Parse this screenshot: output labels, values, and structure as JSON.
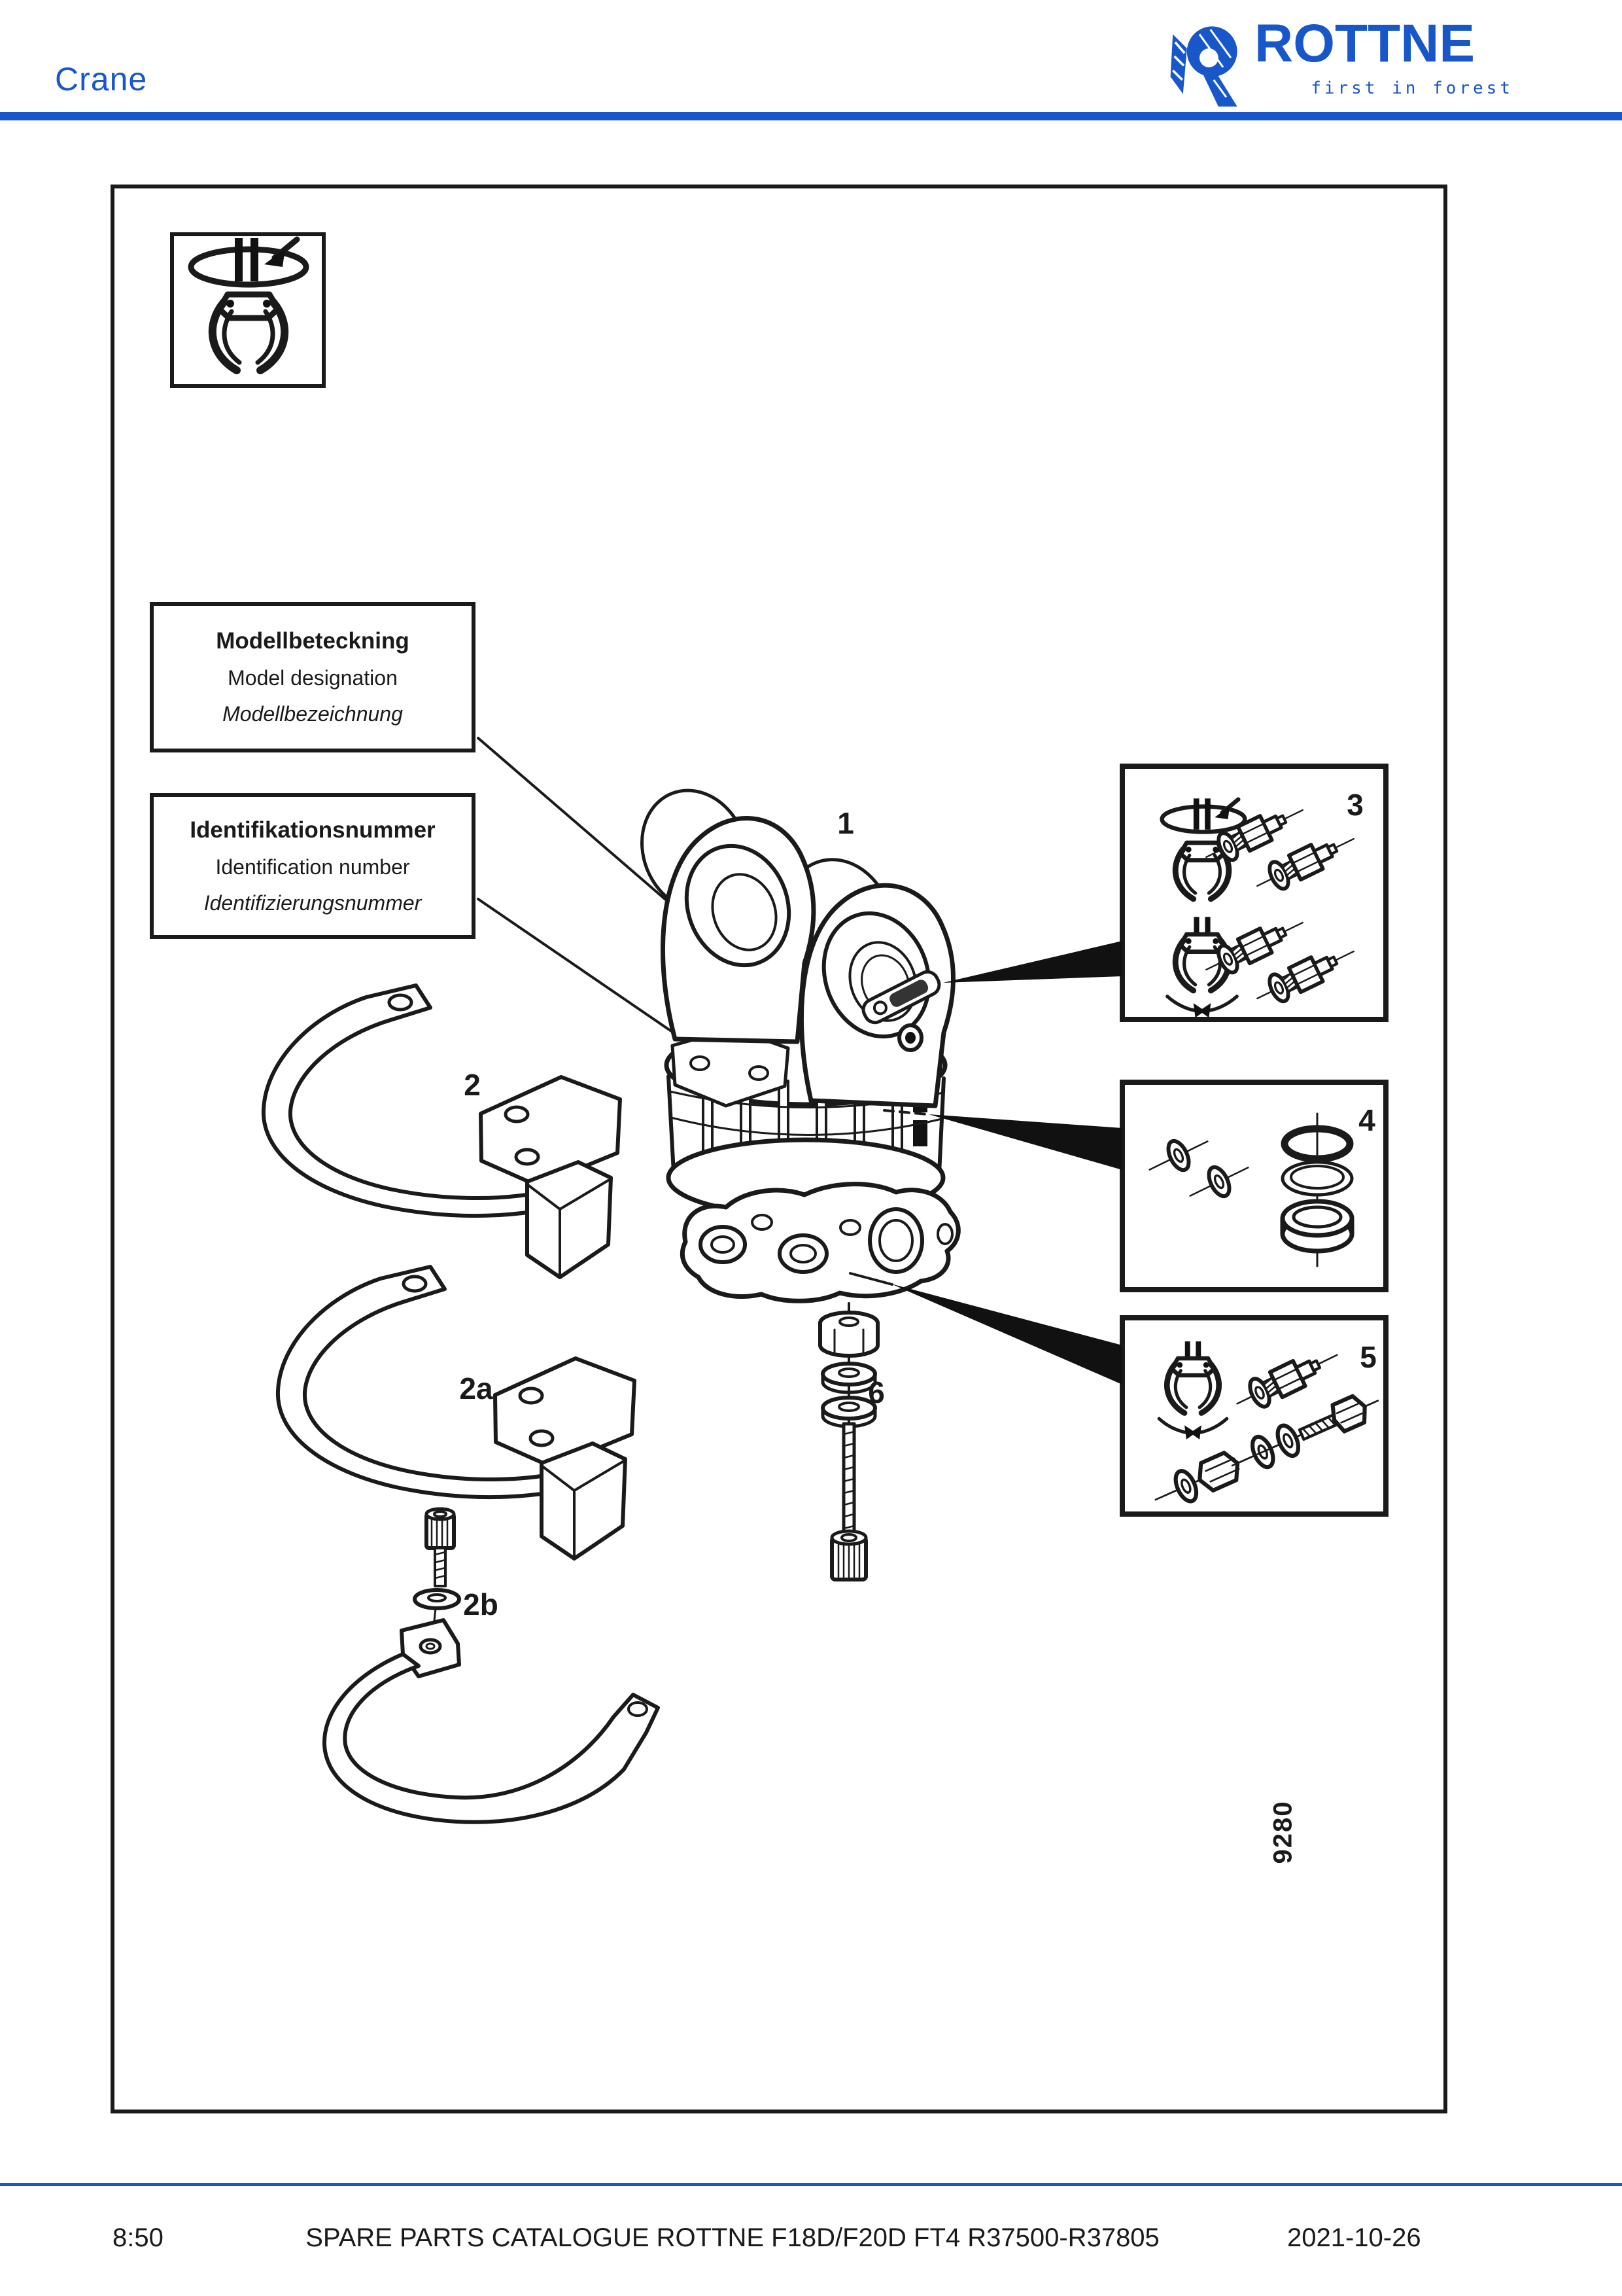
{
  "theme": {
    "accent": "#1757C9",
    "ink": "#1A1A1A"
  },
  "header": {
    "title": "Crane",
    "logo": {
      "brand": "ROTTNE",
      "tagline": "first in forest",
      "mark_icon": "rottne-r-mark-icon"
    }
  },
  "legend": {
    "icon": "grapple-rotation-icon"
  },
  "callouts": {
    "model": {
      "sv": "Modellbeteckning",
      "en": "Model designation",
      "de": "Modellbezeichnung"
    },
    "identification": {
      "sv": "Identifikationsnummer",
      "en": "Identification number",
      "de": "Identifizierungsnummer"
    }
  },
  "parts": {
    "p1": "1",
    "p2": "2",
    "p2a": "2a",
    "p2b": "2b",
    "p3": "3",
    "p4": "4",
    "p5": "5",
    "p6": "6"
  },
  "icons": {
    "legend_box": "grapple-rotation-icon",
    "box3_top": "grapple-rotation-icon",
    "box3_bottom": "grapple-close-icon",
    "box5_top": "grapple-close-icon"
  },
  "figure_number": "9280",
  "footer": {
    "page_ref": "8:50",
    "title": "SPARE PARTS CATALOGUE ROTTNE F18D/F20D FT4 R37500-R37805",
    "date": "2021-10-26"
  }
}
